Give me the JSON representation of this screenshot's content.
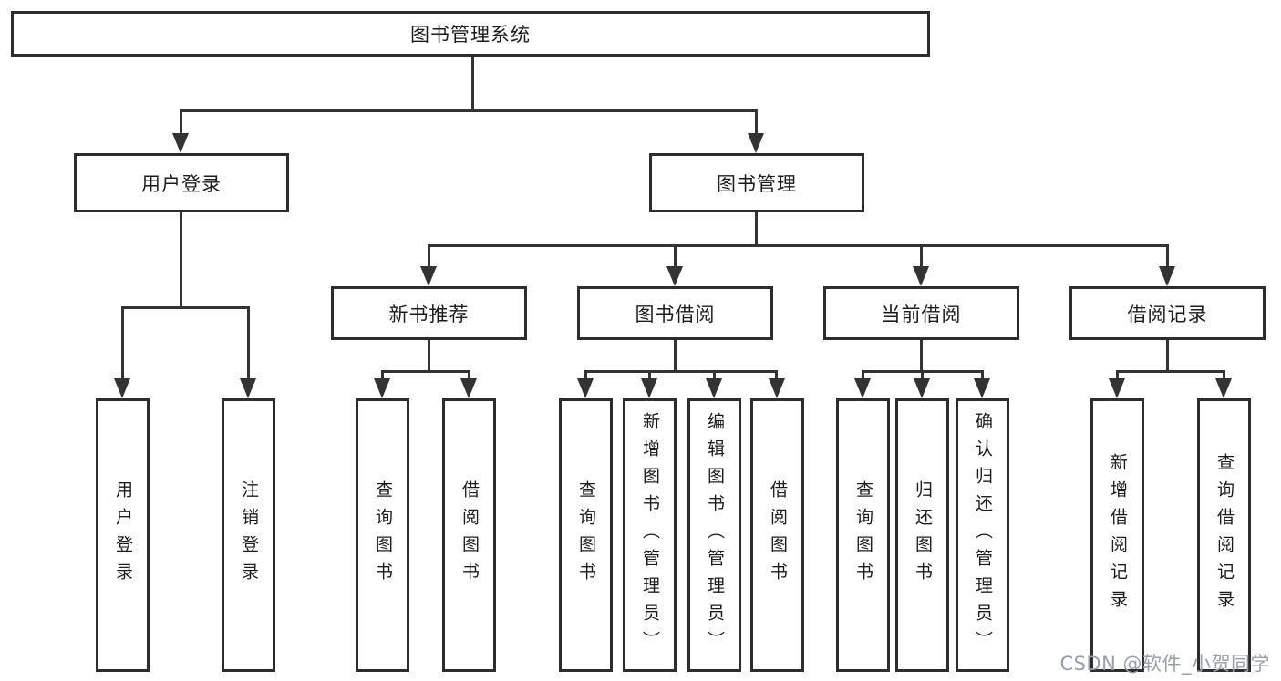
{
  "tree": {
    "root": "图书管理系统",
    "branches": [
      {
        "label": "用户登录",
        "children": [
          "用户登录",
          "注销登录"
        ]
      },
      {
        "label": "图书管理",
        "children": [
          {
            "label": "新书推荐",
            "children": [
              "查询图书",
              "借阅图书"
            ]
          },
          {
            "label": "图书借阅",
            "children": [
              "查询图书",
              "新增图书（管理员）",
              "编辑图书（管理员）",
              "借阅图书"
            ]
          },
          {
            "label": "当前借阅",
            "children": [
              "查询图书",
              "归还图书",
              "确认归还（管理员）"
            ]
          },
          {
            "label": "借阅记录",
            "children": [
              "新增借阅记录",
              "查询借阅记录"
            ]
          }
        ]
      }
    ]
  },
  "watermark": {
    "text": "CSDN @软件_小贺同学"
  },
  "colors": {
    "line": "#333333",
    "box_border": "#2d2d2d",
    "text": "#1c1c1c",
    "background": "#ffffff",
    "watermark_text": "#9aa0a6"
  }
}
